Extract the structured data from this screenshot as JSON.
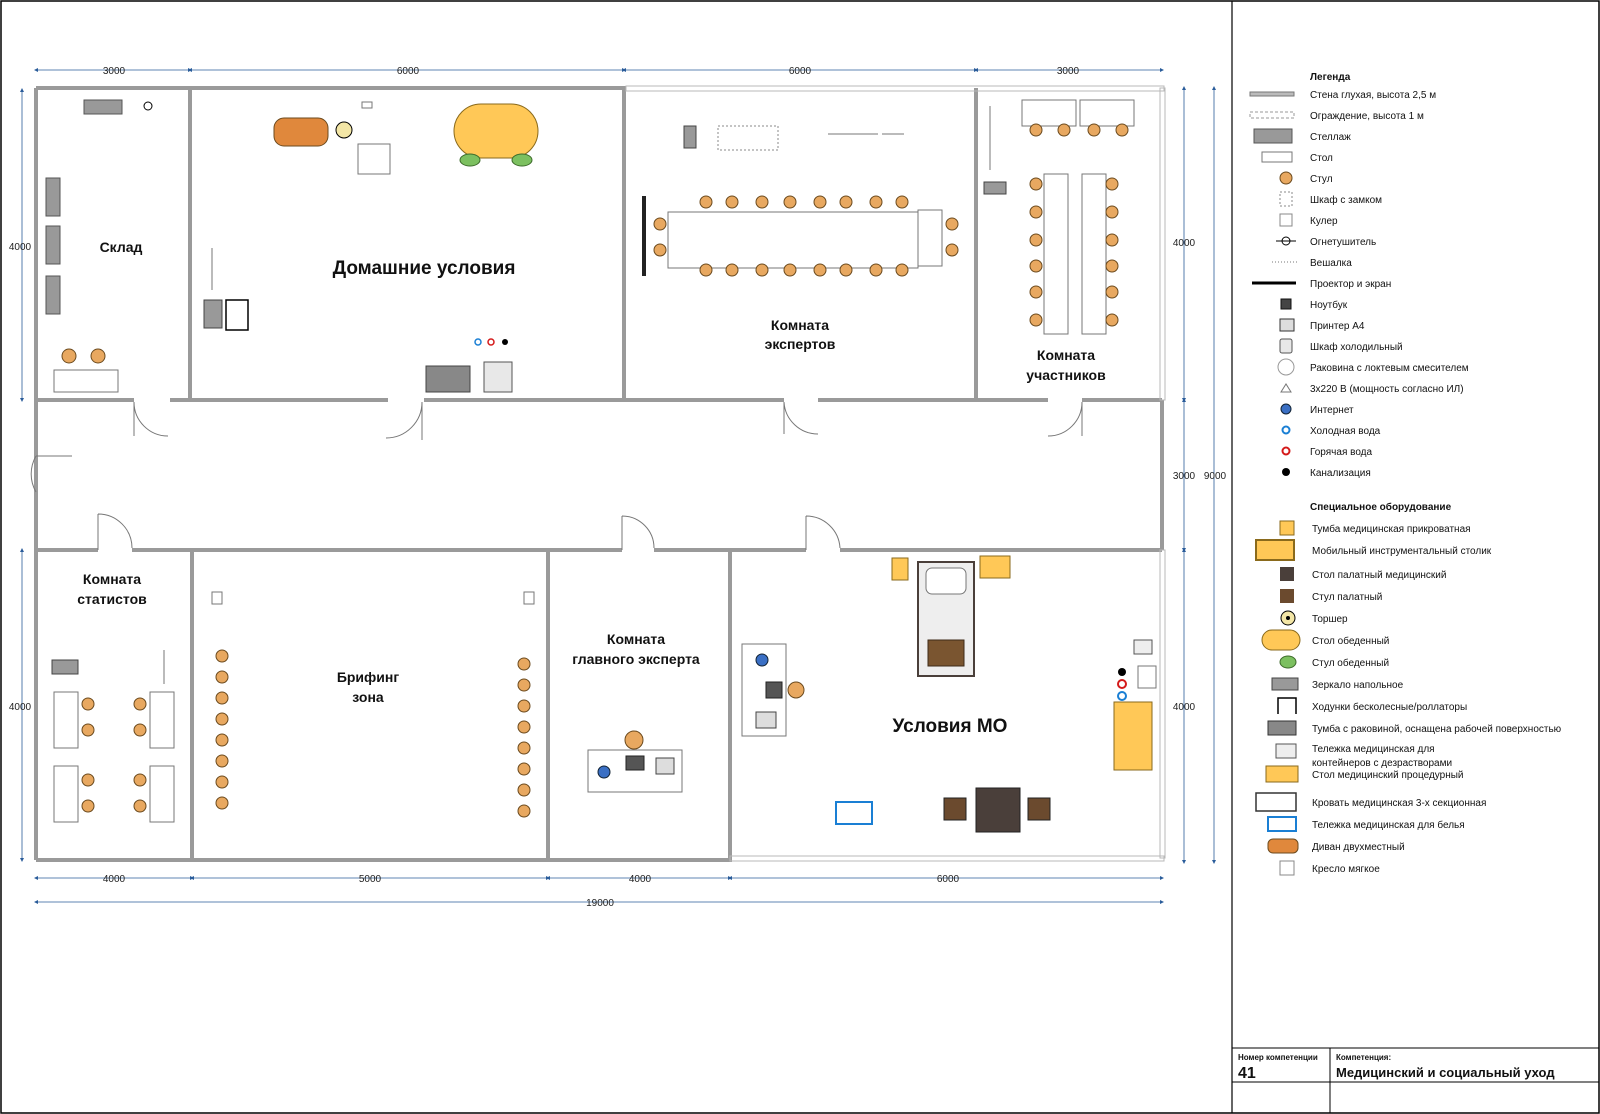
{
  "rooms": {
    "sklad": "Склад",
    "home": "Домашние условия",
    "experts_1": "Комната",
    "experts_2": "экспертов",
    "participants_1": "Комната",
    "participants_2": "участников",
    "statists_1": "Комната",
    "statists_2": "статистов",
    "briefing_1": "Брифинг",
    "briefing_2": "зона",
    "chief_1": "Комната",
    "chief_2": "главного эксперта",
    "mo": "Условия МО"
  },
  "dimensions": {
    "top": [
      "3000",
      "6000",
      "6000",
      "3000"
    ],
    "bottom": [
      "4000",
      "5000",
      "4000",
      "6000"
    ],
    "total": "19000",
    "left_top": "4000",
    "left_bottom": "4000",
    "right_top": "4000",
    "right_mid": "3000",
    "right_bottom": "4000",
    "right_total": "9000"
  },
  "legend": {
    "title": "Легенда",
    "items": [
      "Стена глухая, высота 2,5 м",
      "Ограждение, высота 1 м",
      "Стеллаж",
      "Стол",
      "Стул",
      "Шкаф с замком",
      "Кулер",
      "Огнетушитель",
      "Вешалка",
      "Проектор и экран",
      "Ноутбук",
      "Принтер А4",
      "Шкаф холодильный",
      "Раковина с локтевым смесителем",
      "3х220 В (мощность согласно ИЛ)",
      "Интернет",
      "Холодная вода",
      "Горячая вода",
      "Канализация"
    ],
    "special_title": "Специальное оборудование",
    "special_items": [
      "Тумба медицинская прикроватная",
      "Мобильный инструментальный столик",
      "Стол палатный медицинский",
      "Стул палатный",
      "Торшер",
      "Стол обеденный",
      "Стул обеденный",
      "Зеркало напольное",
      "Ходунки бесколесные/роллаторы",
      "Тумба с раковиной, оснащена рабочей поверхностью",
      "Тележка медицинская для",
      "контейнеров с дезрастворами",
      "Стол медицинский процедурный",
      "Кровать медицинская 3-х секционная",
      "Тележка медицинская для белья",
      "Диван двухместный",
      "Кресло мягкое"
    ]
  },
  "title_block": {
    "number_label": "Номер компетенции",
    "number": "41",
    "competence_label": "Компетенция:",
    "competence": "Медицинский и социальный уход"
  },
  "colors": {
    "wall": "#9a9a9a",
    "dim_line": "#2a5c9a",
    "chair": "#e8a860",
    "table_yellow": "#ffc857",
    "dark": "#4a3f3a",
    "cold": "#1a7fd4",
    "hot": "#d41a1a"
  }
}
